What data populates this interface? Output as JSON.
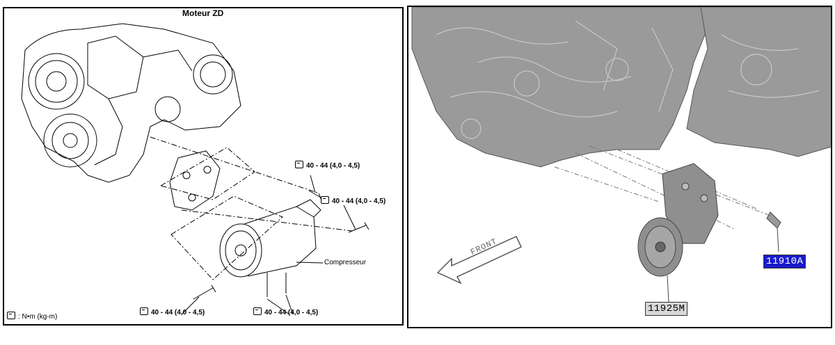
{
  "left_panel": {
    "title": "Moteur ZD",
    "torque_labels": [
      "40 - 44 (4,0 - 4,5)",
      "40 - 44 (4,0 - 4,5)",
      "40 - 44 (4,0 - 4,5)",
      "40 - 44 (4,0 - 4,5)"
    ],
    "compressor_label": "Compresseur",
    "legend": ": N•m  (kg-m)"
  },
  "right_panel": {
    "front_label": "FRONT",
    "part_codes": [
      "11910A",
      "11925M"
    ]
  }
}
